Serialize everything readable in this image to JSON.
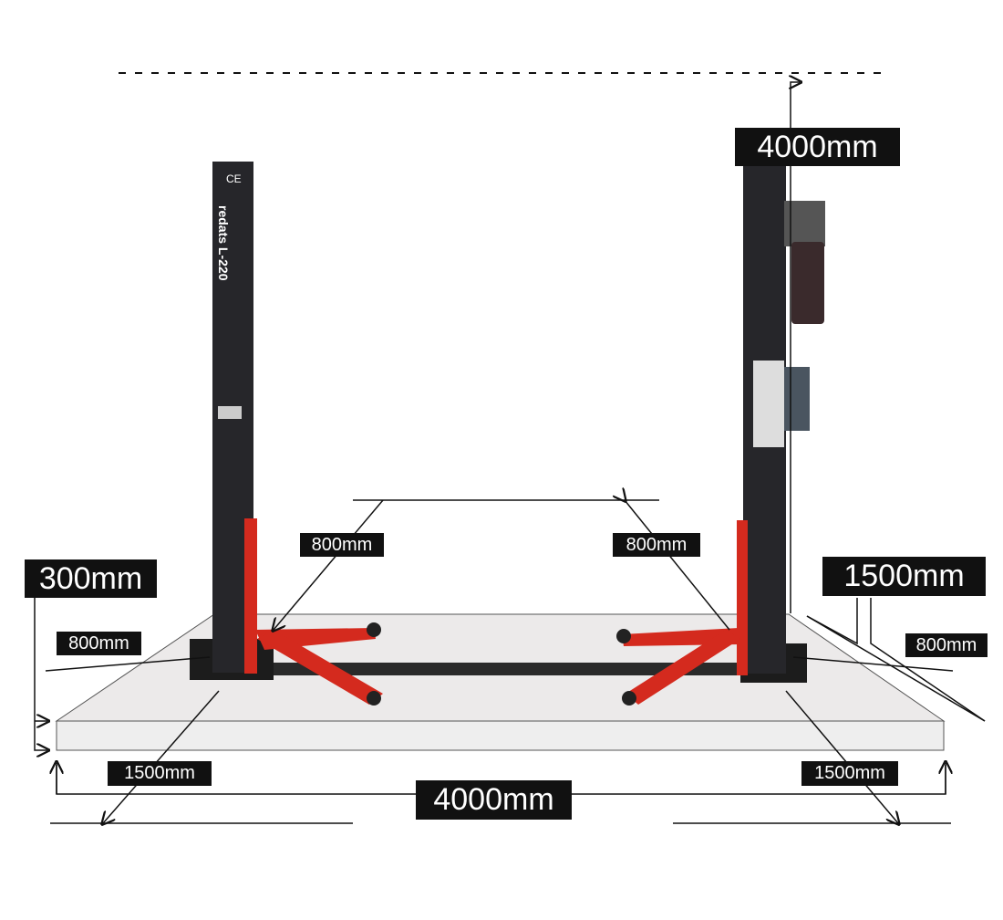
{
  "product": {
    "brand": "redats",
    "model": "L-220",
    "mark": "CE"
  },
  "labels": {
    "height_total": "4000mm",
    "width_total": "4000mm",
    "floor_thickness": "300mm",
    "depth_right": "1500mm",
    "arm_left_upper": "800mm",
    "arm_right_upper": "800mm",
    "side_left": "800mm",
    "side_right": "800mm",
    "front_left": "1500mm",
    "front_right": "1500mm"
  },
  "colors": {
    "post": "#1f1f22",
    "arm": "#d42a1e",
    "floor": "#eceaea",
    "label_bg": "#111111"
  }
}
